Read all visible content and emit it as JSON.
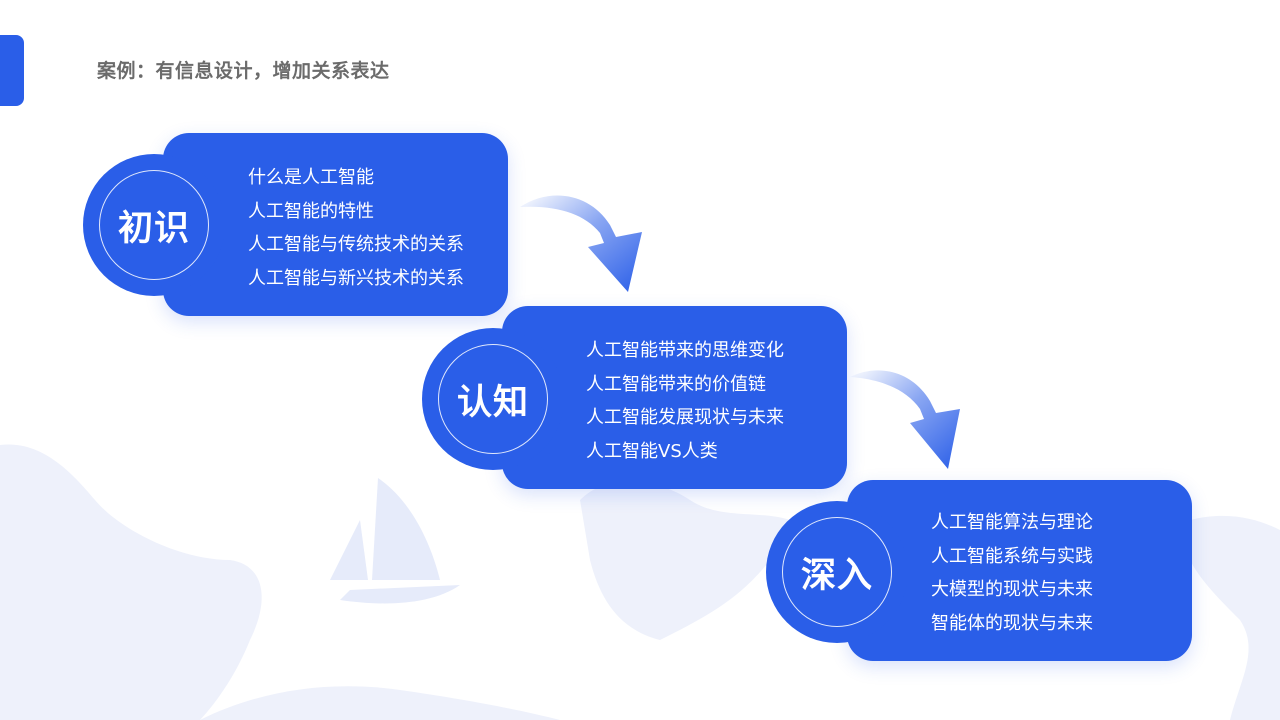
{
  "header": {
    "title": "案例：有信息设计，增加关系表达"
  },
  "colors": {
    "primary": "#2a5ee8",
    "title_text": "#6b6b6b",
    "background_decor": "#eef1fb"
  },
  "stages": [
    {
      "label": "初识",
      "items": [
        "什么是人工智能",
        "人工智能的特性",
        "人工智能与传统技术的关系",
        "人工智能与新兴技术的关系"
      ]
    },
    {
      "label": "认知",
      "items": [
        "人工智能带来的思维变化",
        "人工智能带来的价值链",
        "人工智能发展现状与未来",
        "人工智能VS人类"
      ]
    },
    {
      "label": "深入",
      "items": [
        "人工智能算法与理论",
        "人工智能系统与实践",
        "大模型的现状与未来",
        "智能体的现状与未来"
      ]
    }
  ],
  "icons": {
    "arrow": "curved-down-arrow-icon",
    "background": "sailboat-illustration"
  }
}
